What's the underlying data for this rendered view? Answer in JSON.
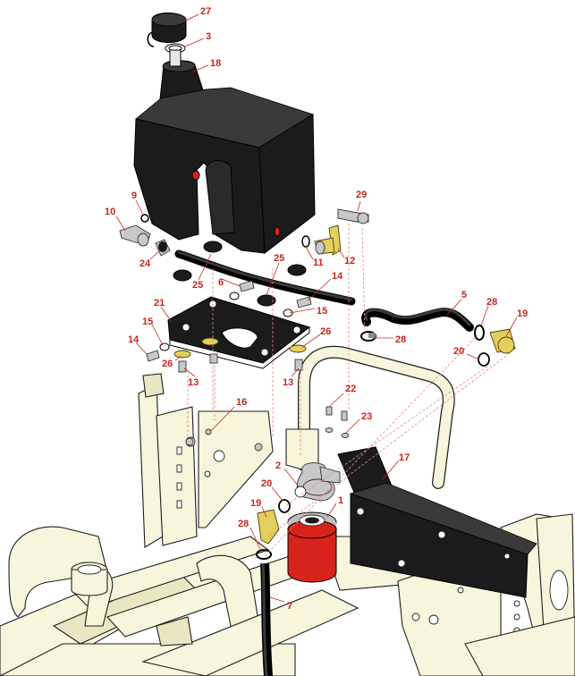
{
  "diagram": {
    "callouts": [
      {
        "id": "c27a",
        "text": "27"
      },
      {
        "id": "c3",
        "text": "3"
      },
      {
        "id": "c18",
        "text": "18"
      },
      {
        "id": "c9",
        "text": "9"
      },
      {
        "id": "c10",
        "text": "10"
      },
      {
        "id": "c29",
        "text": "29"
      },
      {
        "id": "c24",
        "text": "24"
      },
      {
        "id": "c11",
        "text": "11"
      },
      {
        "id": "c12",
        "text": "12"
      },
      {
        "id": "c25a",
        "text": "25"
      },
      {
        "id": "c25b",
        "text": "25"
      },
      {
        "id": "c6",
        "text": "6"
      },
      {
        "id": "c14a",
        "text": "14"
      },
      {
        "id": "c21",
        "text": "21"
      },
      {
        "id": "c15a",
        "text": "15"
      },
      {
        "id": "c15b",
        "text": "15"
      },
      {
        "id": "c5",
        "text": "5"
      },
      {
        "id": "c28a",
        "text": "28"
      },
      {
        "id": "c19a",
        "text": "19"
      },
      {
        "id": "c14b",
        "text": "14"
      },
      {
        "id": "c26a",
        "text": "26"
      },
      {
        "id": "c26b",
        "text": "26"
      },
      {
        "id": "c28b",
        "text": "28"
      },
      {
        "id": "c20a",
        "text": "20"
      },
      {
        "id": "c13a",
        "text": "13"
      },
      {
        "id": "c13b",
        "text": "13"
      },
      {
        "id": "c22",
        "text": "22"
      },
      {
        "id": "c16",
        "text": "16"
      },
      {
        "id": "c23",
        "text": "23"
      },
      {
        "id": "c17",
        "text": "17"
      },
      {
        "id": "c2",
        "text": "2"
      },
      {
        "id": "c20b",
        "text": "20"
      },
      {
        "id": "c1",
        "text": "1"
      },
      {
        "id": "c19b",
        "text": "19"
      },
      {
        "id": "c28c",
        "text": "28"
      },
      {
        "id": "c7",
        "text": "7"
      }
    ]
  },
  "colors": {
    "callout": "#c8241c",
    "tank": "#1b1b1b",
    "frame": "#f7f5dc",
    "filter": "#d8231c",
    "brass": "#e3cf5c"
  }
}
